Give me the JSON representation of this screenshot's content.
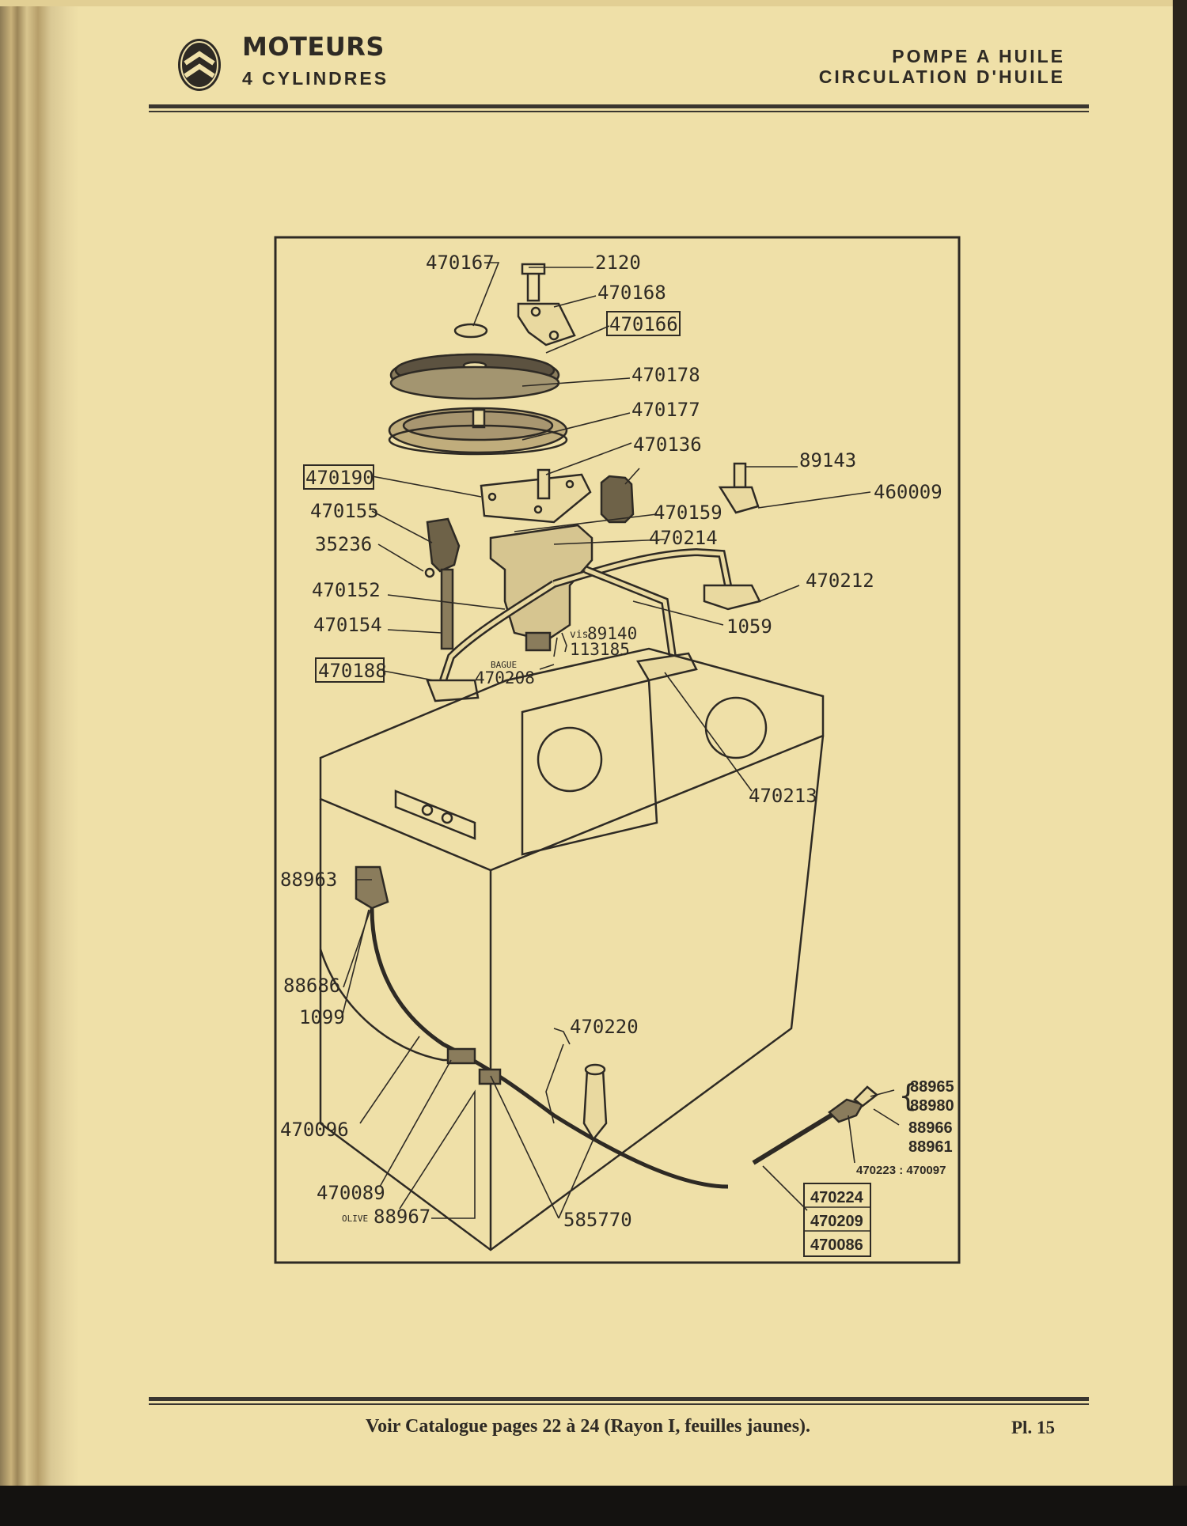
{
  "header": {
    "brand_title": "MOTEURS",
    "brand_subtitle": "4 CYLINDRES",
    "section_line1": "POMPE A HUILE",
    "section_line2": "CIRCULATION D'HUILE",
    "logo_icon": "double-chevron-logo-icon"
  },
  "diagram": {
    "labels": {
      "p470167": "470167",
      "p2120": "2120",
      "p470168": "470168",
      "p470166": "470166",
      "p470178": "470178",
      "p470177": "470177",
      "p470136": "470136",
      "p89143": "89143",
      "p460009": "460009",
      "p470190": "470190",
      "p470155": "470155",
      "p470159": "470159",
      "p35236": "35236",
      "p470214": "470214",
      "p470212": "470212",
      "p470152": "470152",
      "p470154": "470154",
      "p1059": "1059",
      "vis_prefix": "vis",
      "p89140": "89140",
      "p113185": "113185",
      "p470188": "470188",
      "bague_prefix": "BAGUE",
      "p470208": "470208",
      "p470213": "470213",
      "p88963": "88963",
      "p88686": "88686",
      "p1099": "1099",
      "p470220": "470220",
      "p88965": "88965",
      "p88980": "88980",
      "p88966": "88966",
      "p88961": "88961",
      "p470223_470097": "470223 : 470097",
      "p470096": "470096",
      "p470089": "470089",
      "olive_prefix": "OLIVE",
      "p88967": "88967",
      "p585770": "585770",
      "p470224": "470224",
      "p470209": "470209",
      "p470086": "470086"
    }
  },
  "footer": {
    "catalogue_text": "Voir Catalogue pages 22 à 24 (Rayon I, feuilles jaunes).",
    "plate_number": "Pl. 15"
  }
}
